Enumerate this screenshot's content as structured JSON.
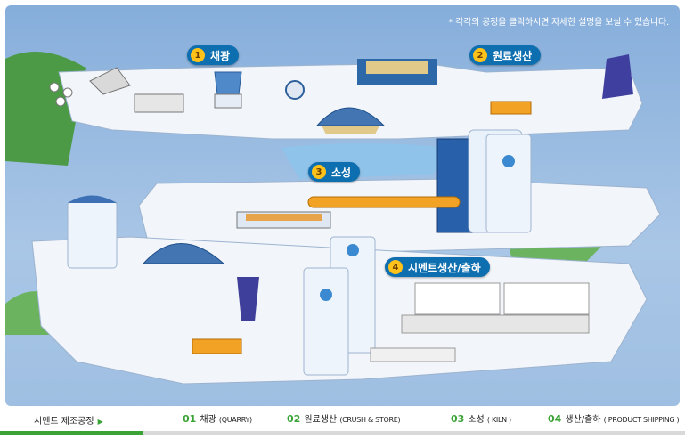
{
  "notice": "* 각각의 공정을 클릭하시면 자세한 설명을 보실 수 있습니다.",
  "stages": [
    {
      "num": "1",
      "label": "채광"
    },
    {
      "num": "2",
      "label": "원료생산"
    },
    {
      "num": "3",
      "label": "소성"
    },
    {
      "num": "4",
      "label": "시멘트생산/출하"
    }
  ],
  "footer": {
    "title": "시멘트 제조공정",
    "items": [
      {
        "num": "01",
        "label": "채광",
        "en": "(QUARRY)"
      },
      {
        "num": "02",
        "label": "원료생산",
        "en": "(CRUSH & STORE)"
      },
      {
        "num": "03",
        "label": "소성",
        "en": "( KILN )"
      },
      {
        "num": "04",
        "label": "생산/출하",
        "en": "( PRODUCT SHIPPING )"
      }
    ]
  },
  "colors": {
    "brand_blue": "#0e6fb0",
    "badge_yellow": "#ffc21a",
    "nav_green": "#3aa335"
  }
}
